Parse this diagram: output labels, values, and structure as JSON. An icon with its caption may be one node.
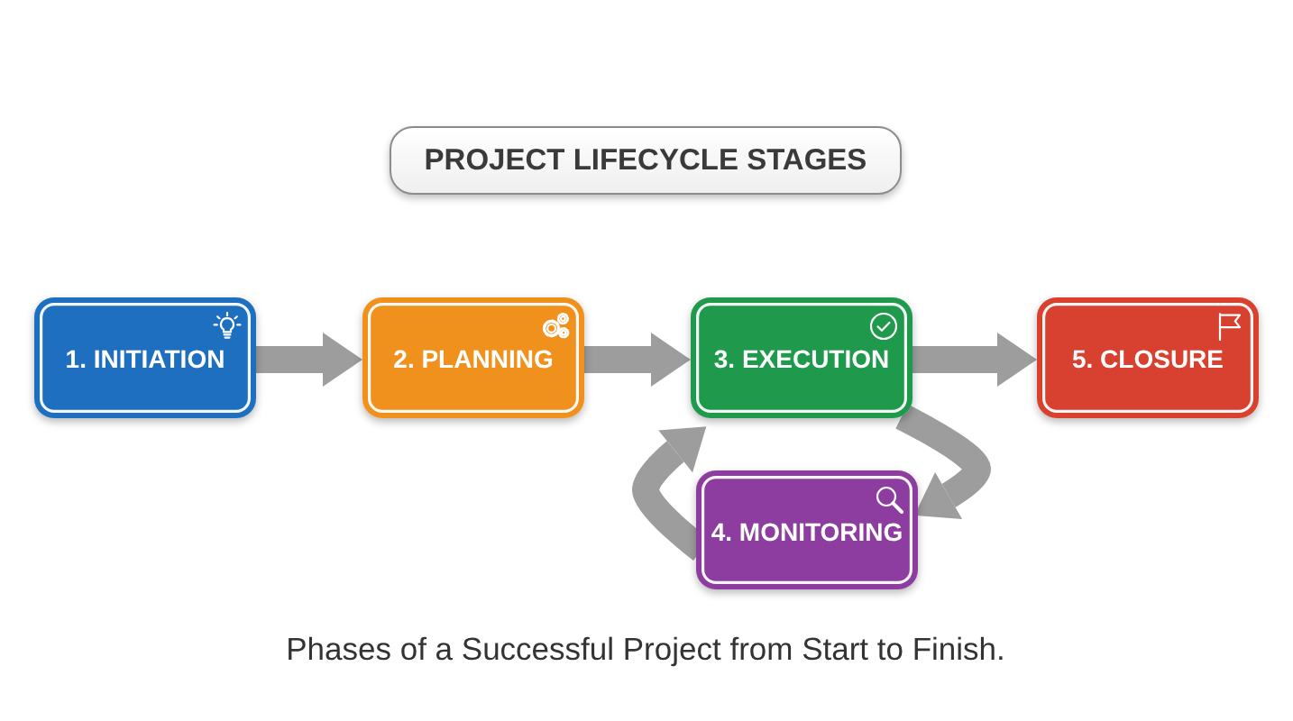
{
  "diagram": {
    "title": "PROJECT LIFECYCLE STAGES",
    "caption": "Phases of a Successful Project from Start to Finish.",
    "nodes": [
      {
        "text": [
          "1. INITIATION"
        ]
      },
      {
        "text": [
          "2. PLANNING"
        ]
      },
      {
        "text": [
          "3. EXECUTION"
        ]
      },
      {
        "text": [
          "5. CLOSURE"
        ]
      },
      {
        "text": [
          "4. MONITORING"
        ]
      }
    ],
    "edges": [
      {
        "from": 0,
        "to": 1,
        "arrow": "to"
      },
      {
        "from": 1,
        "to": 2,
        "arrow": "to"
      },
      {
        "from": 2,
        "to": 3,
        "arrow": "to"
      },
      {
        "from": 2,
        "to": 4,
        "arrow": "to"
      },
      {
        "from": 4,
        "to": 2,
        "arrow": "to"
      }
    ]
  }
}
